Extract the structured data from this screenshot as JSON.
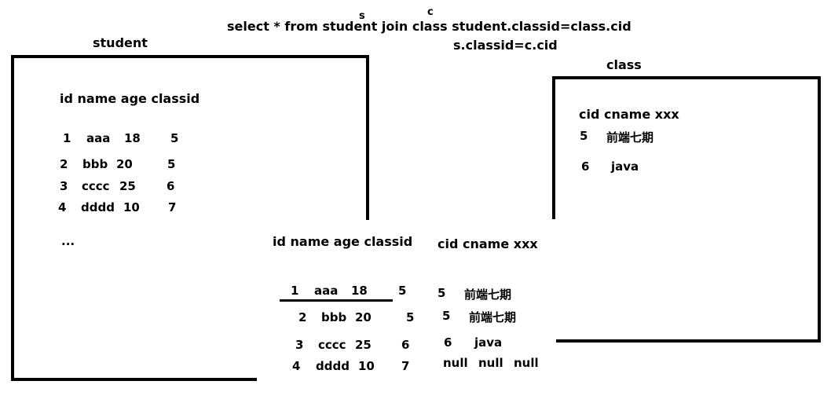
{
  "query": {
    "line1": "select * from student  join class  student.classid=class.cid",
    "alias_s": "s",
    "alias_c": "c",
    "line2": "s.classid=c.cid"
  },
  "student": {
    "title": "student",
    "header": "id  name  age  classid",
    "rows": [
      {
        "id": "1",
        "name": "aaa",
        "age": "18",
        "classid": "5"
      },
      {
        "id": "2",
        "name": "bbb",
        "age": "20",
        "classid": "5"
      },
      {
        "id": "3",
        "name": "cccc",
        "age": "25",
        "classid": "6"
      },
      {
        "id": "4",
        "name": "dddd",
        "age": "10",
        "classid": "7"
      }
    ],
    "more": "..."
  },
  "class": {
    "title": "class",
    "header": "cid   cname   xxx",
    "rows": [
      {
        "cid": "5",
        "cname": "前端七期"
      },
      {
        "cid": "6",
        "cname": "java"
      }
    ]
  },
  "result": {
    "left_header": "id  name  age  classid",
    "right_header": "cid   cname   xxx",
    "rows": [
      {
        "id": "1",
        "name": "aaa",
        "age": "18",
        "classid": "5",
        "cid": "5",
        "cname": "前端七期",
        "xxx": ""
      },
      {
        "id": "2",
        "name": "bbb",
        "age": "20",
        "classid": "5",
        "cid": "5",
        "cname": "前端七期",
        "xxx": ""
      },
      {
        "id": "3",
        "name": "cccc",
        "age": "25",
        "classid": "6",
        "cid": "6",
        "cname": "java",
        "xxx": ""
      },
      {
        "id": "4",
        "name": "dddd",
        "age": "10",
        "classid": "7",
        "cid": "null",
        "cname": "null",
        "xxx": "null"
      }
    ]
  }
}
